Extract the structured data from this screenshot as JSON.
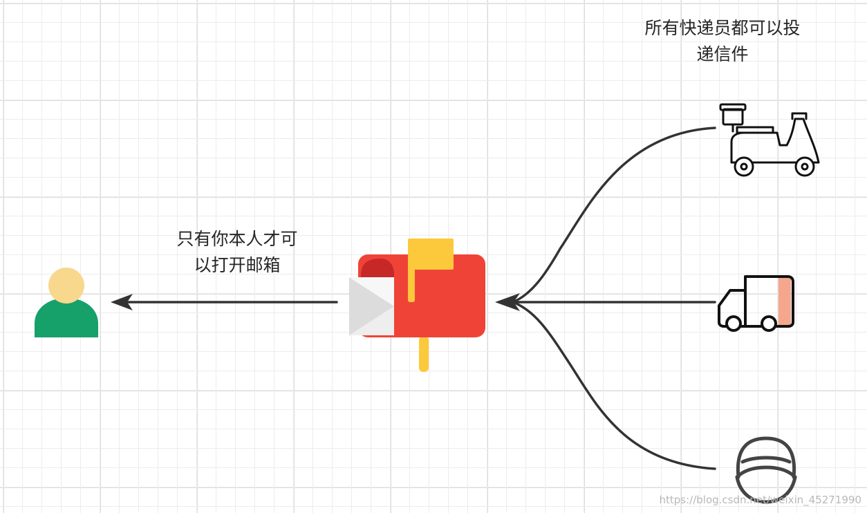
{
  "labels": {
    "owner_line1": "只有你本人才可",
    "owner_line2": "以打开邮箱",
    "couriers_line1": "所有快递员都可以投",
    "couriers_line2": "递信件"
  },
  "nodes": {
    "person": "person-icon",
    "mailbox": "mailbox-icon",
    "scooter": "scooter-icon",
    "truck": "delivery-truck-icon",
    "courier": "courier-cap-icon"
  },
  "colors": {
    "mailbox_red": "#f04337",
    "mailbox_dark_red": "#c62828",
    "flag_yellow": "#fcc93c",
    "person_head": "#f7d88c",
    "person_body": "#16a06a",
    "truck_accent": "#f4a78c",
    "arrow": "#333333",
    "grid": "#e6e6e6"
  },
  "watermark": "https://blog.csdn.net/weixin_45271990"
}
